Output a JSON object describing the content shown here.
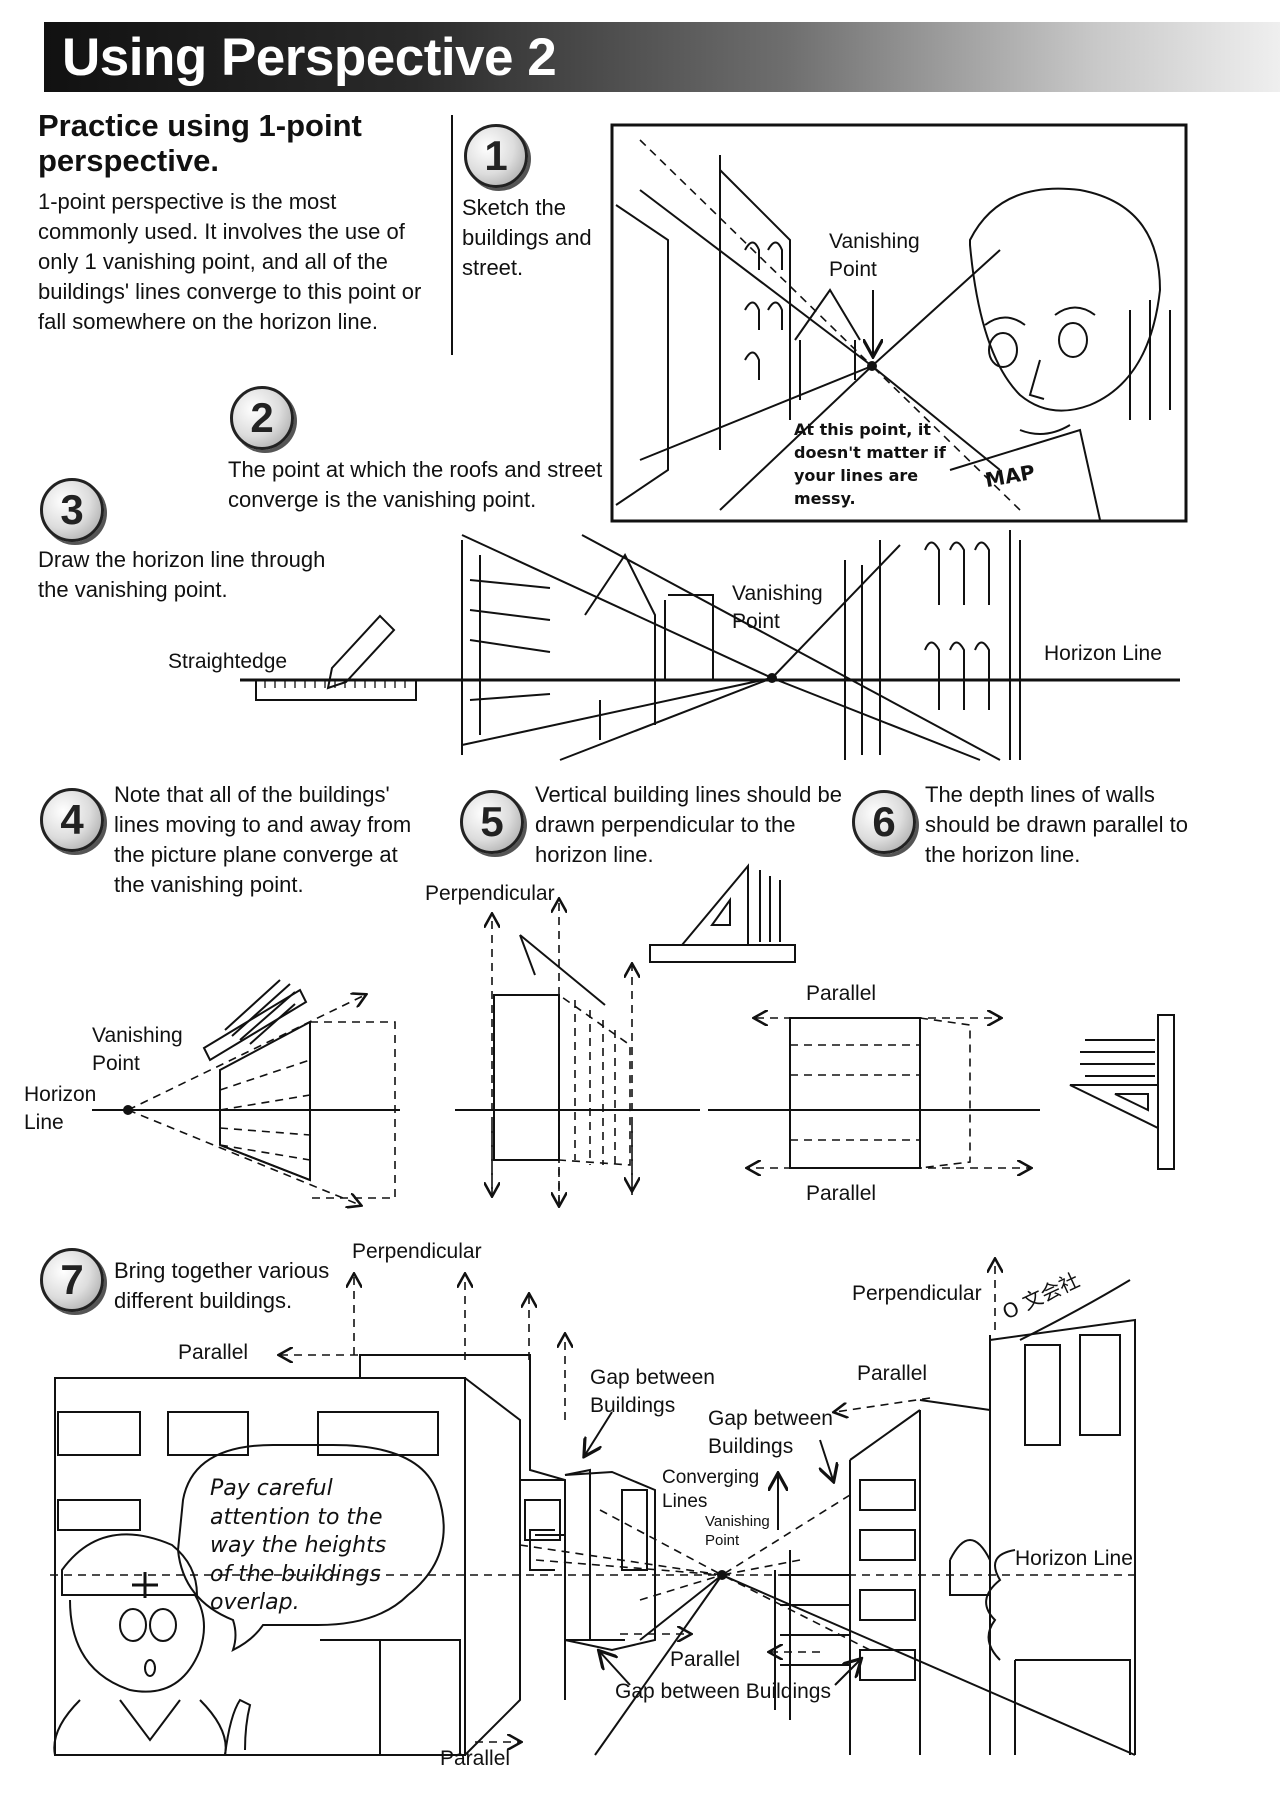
{
  "title": "Using Perspective 2",
  "intro": {
    "heading": "Practice using 1-point perspective.",
    "body": "1-point perspective is the most commonly used. It involves the use of only 1 vanishing point, and all of the buildings' lines converge to this point or fall somewhere on the horizon line."
  },
  "steps": [
    {
      "num": "1",
      "text": "Sketch the buildings and street."
    },
    {
      "num": "2",
      "text": "The point at which the roofs and street converge is the vanishing point."
    },
    {
      "num": "3",
      "text": "Draw the horizon line through the vanishing point."
    },
    {
      "num": "4",
      "text": "Note that all of the buildings' lines moving to and away from the picture plane converge at the vanishing point."
    },
    {
      "num": "5",
      "text": "Vertical building lines should be drawn perpendicular to the horizon line."
    },
    {
      "num": "6",
      "text": "The depth lines of walls should be drawn parallel to the horizon line."
    },
    {
      "num": "7",
      "text": "Bring together various different buildings."
    }
  ],
  "panel1": {
    "vanishing_point": "Vanishing Point",
    "note": "At this point, it doesn't matter if your lines are messy.",
    "map": "MAP"
  },
  "panel3": {
    "straightedge": "Straightedge",
    "vanishing_point": "Vanishing Point",
    "horizon_line": "Horizon Line"
  },
  "diagrams": {
    "vanishing_point": "Vanishing Point",
    "horizon_line": "Horizon Line",
    "perpendicular": "Perpendicular",
    "parallel_top": "Parallel",
    "parallel_bottom": "Parallel"
  },
  "scene7": {
    "perpendicular_left": "Perpendicular",
    "perpendicular_right": "Perpendicular",
    "parallel_top_left": "Parallel",
    "parallel_top_right": "Parallel",
    "parallel_bottom_center": "Parallel",
    "parallel_bottom_left": "Parallel",
    "gap_left": "Gap between Buildings",
    "gap_right": "Gap between Buildings",
    "gap_bottom": "Gap between Buildings",
    "converging_lines": "Converging Lines",
    "vanishing_point": "Vanishing Point",
    "horizon_line": "Horizon Line",
    "speech": "Pay careful attention to the way the heights of the buildings overlap.",
    "sign": "O 文会社"
  }
}
